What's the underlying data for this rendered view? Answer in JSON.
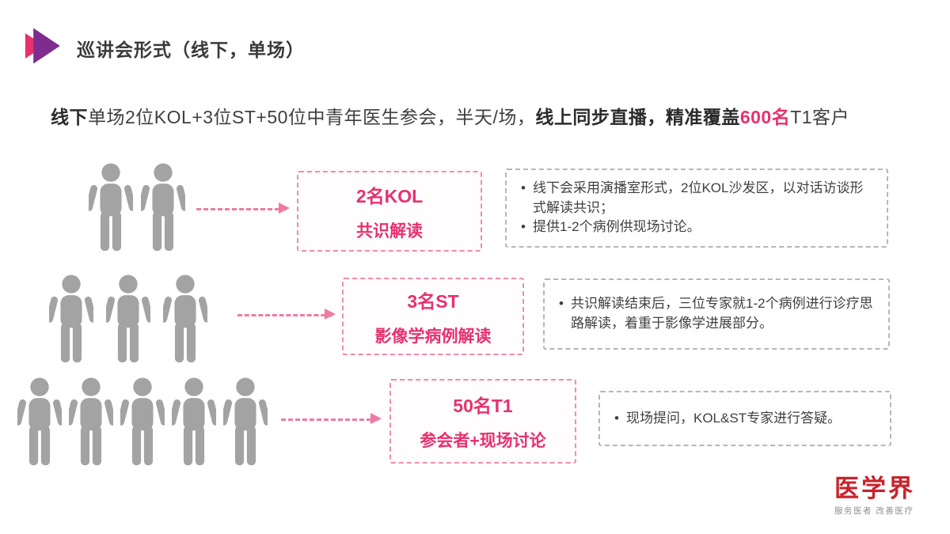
{
  "header": {
    "title": "巡讲会形式（线下，单场）"
  },
  "subtitle": {
    "seg1": "线下",
    "seg2": "单场2位KOL+3位ST+50位中青年医生参会，半天/场，",
    "seg3": "线上同步直播，",
    "seg4": "精准覆盖",
    "seg5": "600名",
    "seg6": "T1客户"
  },
  "rows": [
    {
      "icon_count": 2,
      "label_line1": "2名KOL",
      "label_line2": "共识解读",
      "notes": [
        "线下会采用演播室形式，2位KOL沙发区，以对话访谈形式解读共识；",
        "提供1-2个病例供现场讨论。"
      ]
    },
    {
      "icon_count": 3,
      "label_line1": "3名ST",
      "label_line2": "影像学病例解读",
      "notes": [
        "共识解读结束后，三位专家就1-2个病例进行诊疗思路解读，着重于影像学进展部分。"
      ]
    },
    {
      "icon_count": 5,
      "label_line1": "50名T1",
      "label_line2": "参会者+现场讨论",
      "notes": [
        "现场提问，KOL&ST专家进行答疑。"
      ]
    }
  ],
  "footer_logo": {
    "brand": "医学界",
    "tagline": "服务医者 改善医疗"
  },
  "colors": {
    "accent_pink": "#e7316d",
    "accent_purple": "#7e2d8e",
    "person_gray": "#a3a3a3",
    "brand_red": "#c8232c"
  }
}
